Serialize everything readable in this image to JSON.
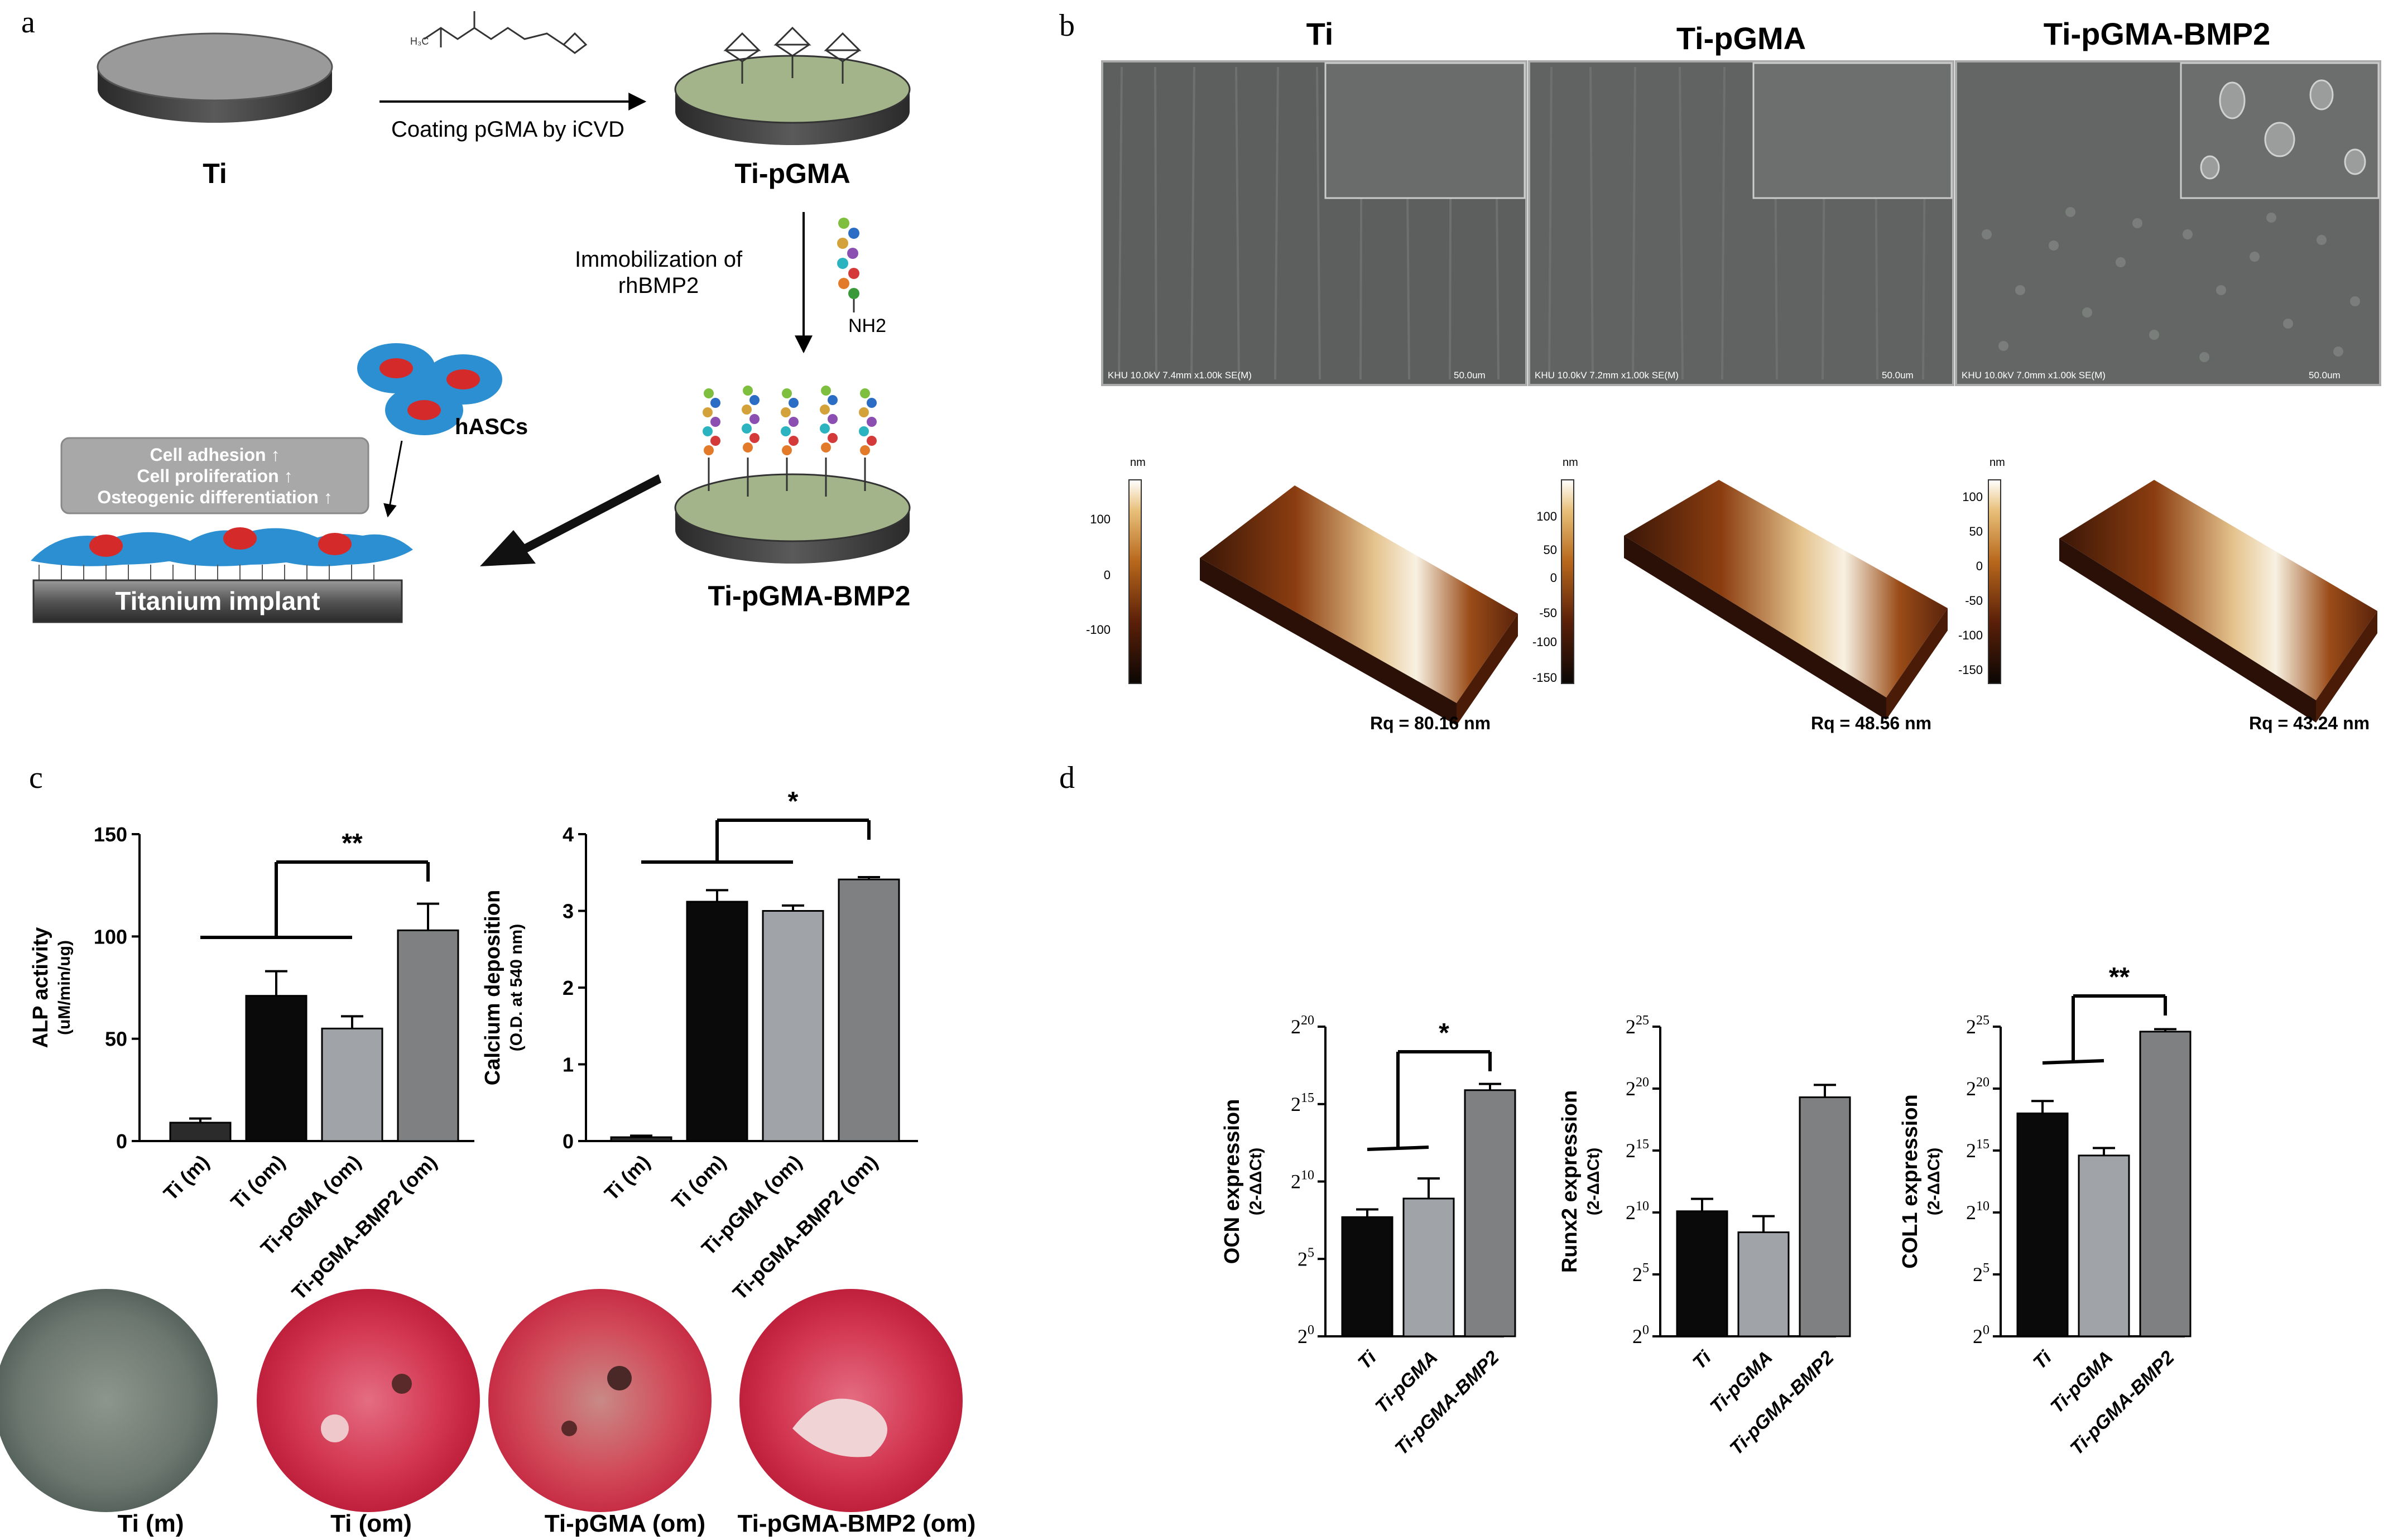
{
  "panel_labels": [
    "a",
    "b",
    "c",
    "d"
  ],
  "panel_a": {
    "step1_label": "Coating pGMA by iCVD",
    "disk_ti": "Ti",
    "disk_pgma": "Ti-pGMA",
    "step2_label_line1": "Immobilization of",
    "step2_label_line2": "rhBMP2",
    "amine_label": "NH2",
    "disk_bmp2": "Ti-pGMA-BMP2",
    "cells_label": "hASCs",
    "benefits": [
      "Cell adhesion ↑",
      "Cell proliferation ↑",
      "Osteogenic differentiation ↑"
    ],
    "implant_label": "Titanium implant",
    "colors": {
      "disk_top_plain": "#9a9a9a",
      "disk_top_coated": "#a3b38a",
      "cell_body": "#2b8fd1",
      "nucleus": "#d42a2a",
      "arrow": "#111111"
    }
  },
  "panel_b": {
    "columns": [
      "Ti",
      "Ti-pGMA",
      "Ti-pGMA-BMP2"
    ],
    "sem_footers": [
      "KHU 10.0kV 7.4mm x1.00k SE(M)",
      "KHU 10.0kV 7.2mm x1.00k SE(M)",
      "KHU 10.0kV 7.0mm x1.00k SE(M)"
    ],
    "sem_scale": "50.0um",
    "afm_unit": "nm",
    "afm_scales": [
      [
        "100",
        "0",
        "-100"
      ],
      [
        "100",
        "50",
        "0",
        "-50",
        "-100",
        "-150"
      ],
      [
        "100",
        "50",
        "0",
        "-50",
        "-100",
        "-150"
      ]
    ],
    "roughness": [
      "Rq = 80.16 nm",
      "Rq = 48.56 nm",
      "Rq = 43.24 nm"
    ]
  },
  "panel_c": {
    "stain_labels": [
      "Ti (m)",
      "Ti (om)",
      "Ti-pGMA (om)",
      "Ti-pGMA-BMP2 (om)"
    ]
  },
  "chart_data": [
    {
      "type": "bar",
      "ylabel": "ALP activity",
      "ylabel_unit": "(uM/min/ug)",
      "categories": [
        "Ti (m)",
        "Ti (om)",
        "Ti-pGMA (om)",
        "Ti-pGMA-BMP2 (om)"
      ],
      "values": [
        9,
        71,
        55,
        103
      ],
      "errors": [
        2,
        12,
        6,
        13
      ],
      "ylim": [
        0,
        150
      ],
      "yticks": [
        "0",
        "50",
        "100",
        "150"
      ],
      "significance": "**",
      "bar_colors": [
        "#2b2b2b",
        "#0a0a0a",
        "#a0a3a8",
        "#7e8082"
      ]
    },
    {
      "type": "bar",
      "ylabel": "Calcium deposition",
      "ylabel_unit": "(O.D. at 540 nm)",
      "categories": [
        "Ti (m)",
        "Ti (om)",
        "Ti-pGMA (om)",
        "Ti-pGMA-BMP2 (om)"
      ],
      "values": [
        0.05,
        3.12,
        3.0,
        3.41
      ],
      "errors": [
        0.02,
        0.15,
        0.07,
        0.03
      ],
      "ylim": [
        0,
        4
      ],
      "yticks": [
        "0",
        "1",
        "2",
        "3",
        "4"
      ],
      "significance": "*",
      "bar_colors": [
        "#2b2b2b",
        "#0a0a0a",
        "#a0a3a8",
        "#7e8082"
      ]
    },
    {
      "type": "bar",
      "ylabel": "OCN expression",
      "ylabel_unit": "(2-ΔΔCt)",
      "categories": [
        "Ti",
        "Ti-pGMA",
        "Ti-pGMA-BMP2"
      ],
      "values_log2": [
        7.7,
        8.9,
        15.9
      ],
      "errors_log2": [
        0.5,
        1.3,
        0.4
      ],
      "ylim_log2": [
        0,
        20
      ],
      "yticks": [
        "0",
        "5",
        "10",
        "15",
        "20"
      ],
      "significance": "*",
      "bar_colors": [
        "#0a0a0a",
        "#a0a3a8",
        "#7e8082"
      ]
    },
    {
      "type": "bar",
      "ylabel": "Runx2 expression",
      "ylabel_unit": "(2-ΔΔCt)",
      "categories": [
        "Ti",
        "Ti-pGMA",
        "Ti-pGMA-BMP2"
      ],
      "values_log2": [
        10.1,
        8.4,
        19.3
      ],
      "errors_log2": [
        1.0,
        1.3,
        1.0
      ],
      "ylim_log2": [
        0,
        25
      ],
      "yticks": [
        "0",
        "5",
        "10",
        "15",
        "20",
        "25"
      ],
      "bar_colors": [
        "#0a0a0a",
        "#a0a3a8",
        "#7e8082"
      ]
    },
    {
      "type": "bar",
      "ylabel": "COL1 expression",
      "ylabel_unit": "(2-ΔΔCt)",
      "categories": [
        "Ti",
        "Ti-pGMA",
        "Ti-pGMA-BMP2"
      ],
      "values_log2": [
        18.0,
        14.6,
        24.6
      ],
      "errors_log2": [
        1.0,
        0.6,
        0.2
      ],
      "ylim_log2": [
        0,
        25
      ],
      "yticks": [
        "0",
        "5",
        "10",
        "15",
        "20",
        "25"
      ],
      "significance": "**",
      "bar_colors": [
        "#0a0a0a",
        "#a0a3a8",
        "#7e8082"
      ]
    }
  ]
}
